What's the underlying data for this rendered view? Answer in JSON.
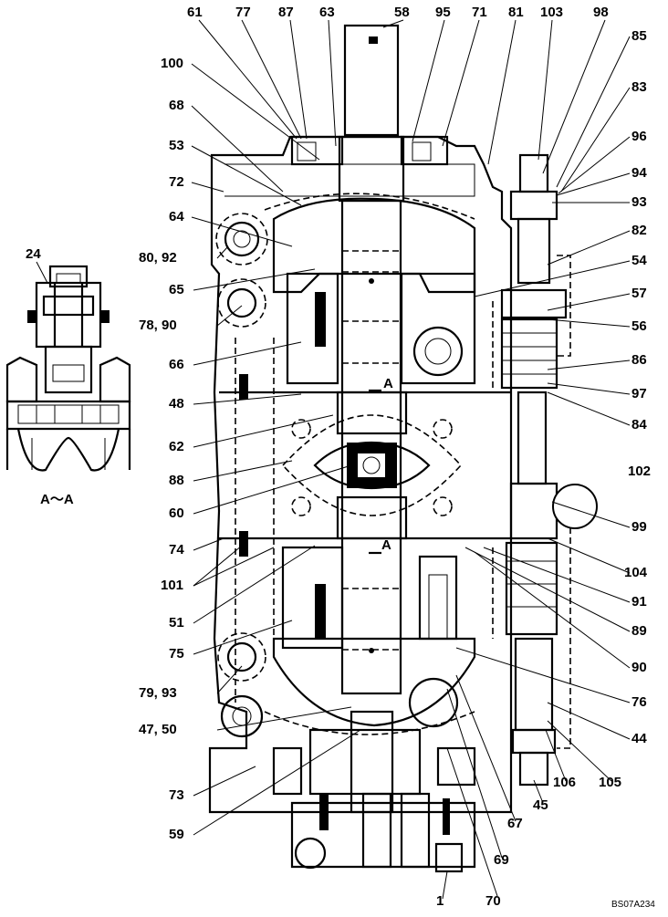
{
  "drawing_code": "BS07A234",
  "section_label": "A～A",
  "section_marker": "A",
  "inset_callout": "24",
  "callouts_left": [
    "100",
    "68",
    "53",
    "72",
    "64",
    "80, 92",
    "65",
    "78, 90",
    "66",
    "48",
    "62",
    "88",
    "60",
    "74",
    "101",
    "51",
    "75",
    "79, 93",
    "47, 50",
    "73",
    "59"
  ],
  "callouts_top": [
    "61",
    "77",
    "87",
    "63",
    "58",
    "95",
    "71",
    "81",
    "103",
    "98"
  ],
  "callouts_right": [
    "85",
    "83",
    "96",
    "94",
    "93",
    "82",
    "54",
    "57",
    "56",
    "86",
    "97",
    "84",
    "102",
    "99",
    "104",
    "91",
    "89",
    "90",
    "76",
    "44",
    "105",
    "106",
    "45",
    "67",
    "69",
    "70",
    "1"
  ]
}
